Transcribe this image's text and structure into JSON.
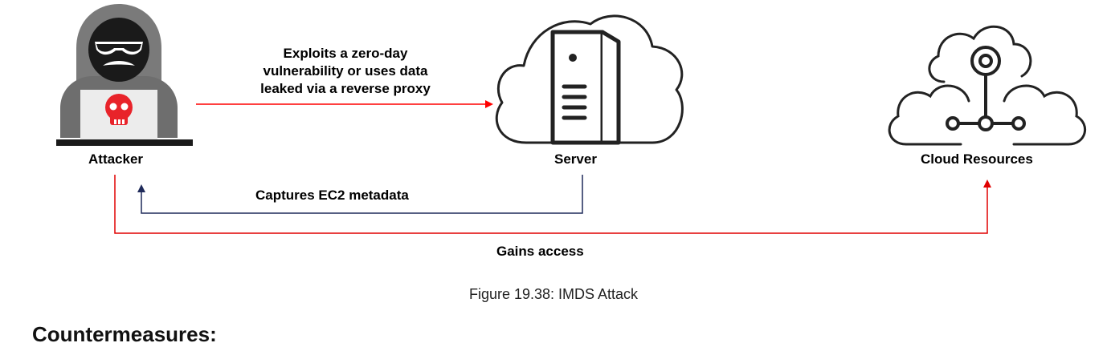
{
  "diagram": {
    "nodes": {
      "attacker": {
        "label": "Attacker",
        "icon": "hacker-icon"
      },
      "server": {
        "label": "Server",
        "icon": "server-cloud-icon"
      },
      "cloud": {
        "label": "Cloud Resources",
        "icon": "cloud-network-icon"
      }
    },
    "edges": {
      "exploit": {
        "lines": [
          "Exploits a zero-day",
          "vulnerability or uses data",
          "leaked via a reverse proxy"
        ],
        "color": "#ff0000"
      },
      "capture": {
        "label": "Captures EC2 metadata",
        "color": "#1f2a5a"
      },
      "access": {
        "label": "Gains access",
        "color": "#e00000"
      }
    }
  },
  "caption": "Figure 19.38: IMDS Attack",
  "next_heading": "Countermeasures:"
}
